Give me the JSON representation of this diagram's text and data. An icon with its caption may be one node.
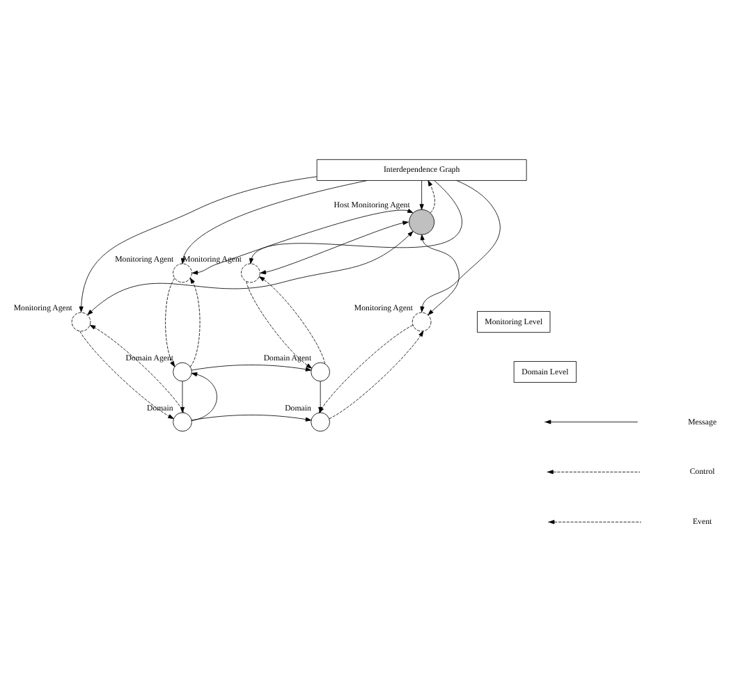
{
  "diagram": {
    "nodes": [
      {
        "text": [
          "Interdependence Graph"
        ]
      },
      {
        "text": [],
        "shape": "circle",
        "beside": [
          "Monitoring Agent"
        ]
      },
      {
        "text": [],
        "shape": "circle",
        "beside": [
          "Monitoring Agent"
        ]
      },
      {
        "text": [],
        "shape": "circle",
        "beside": [
          "Host Monitoring Agent"
        ]
      },
      {
        "text": [],
        "shape": "circle",
        "beside": [
          "Monitoring Agent"
        ]
      },
      {
        "text": [],
        "shape": "circle",
        "beside": [
          "Monitoring Agent"
        ]
      },
      {
        "text": [
          "Monitoring Level"
        ]
      },
      {
        "text": [
          "Domain Level"
        ]
      },
      {
        "text": [],
        "shape": "circle",
        "beside": [
          "Domain Agent"
        ]
      },
      {
        "text": [],
        "shape": "circle",
        "beside": [
          "Domain Agent"
        ]
      },
      {
        "text": [],
        "shape": "circle",
        "beside": [
          "Domain"
        ]
      },
      {
        "text": [],
        "shape": "circle",
        "beside": [
          "Domain"
        ]
      }
    ],
    "edges": [
      {
        "from": 0,
        "to": 1,
        "arrow": "to"
      },
      {
        "from": 0,
        "to": 4,
        "arrow": "to"
      },
      {
        "from": 0,
        "to": 2,
        "arrow": "to"
      },
      {
        "from": 0,
        "to": 5,
        "arrow": "to"
      },
      {
        "from": 3,
        "to": 0,
        "arrow": "to",
        "style": "dashed"
      },
      {
        "from": 0,
        "to": 3,
        "arrow": "to"
      },
      {
        "from": 2,
        "to": 3,
        "arrow": "both"
      },
      {
        "from": 1,
        "to": 3,
        "arrow": "both"
      },
      {
        "from": 4,
        "to": 3,
        "arrow": "both"
      },
      {
        "from": 5,
        "to": 3,
        "arrow": "both"
      },
      {
        "from": 1,
        "to": 8,
        "arrow": "to",
        "style": "dashed"
      },
      {
        "from": 8,
        "to": 1,
        "arrow": "to",
        "style": "dashed"
      },
      {
        "from": 4,
        "to": 10,
        "arrow": "to",
        "style": "dashed"
      },
      {
        "from": 10,
        "to": 4,
        "arrow": "to",
        "style": "dashed"
      },
      {
        "from": 2,
        "to": 9,
        "arrow": "to",
        "style": "dashed"
      },
      {
        "from": 9,
        "to": 2,
        "arrow": "to",
        "style": "dashed"
      },
      {
        "from": 5,
        "to": 11,
        "arrow": "to",
        "style": "dashed"
      },
      {
        "from": 11,
        "to": 5,
        "arrow": "to",
        "style": "dashed"
      },
      {
        "from": 8,
        "to": 9,
        "arrow": "to"
      },
      {
        "from": 8,
        "to": 10,
        "arrow": "to"
      },
      {
        "from": 10,
        "to": 8,
        "arrow": "to"
      },
      {
        "from": 9,
        "to": 11,
        "arrow": "to"
      },
      {
        "from": 10,
        "to": 11,
        "arrow": "to"
      }
    ],
    "legend": [
      {
        "text": "Message"
      },
      {
        "text": "Control"
      },
      {
        "text": "Event"
      }
    ]
  }
}
